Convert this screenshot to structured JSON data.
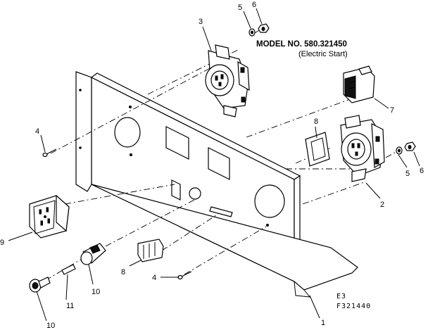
{
  "header": {
    "model": "MODEL NO. 580.321450",
    "subtitle": "(Electric Start)"
  },
  "code": {
    "line1": "E3",
    "line2": "F321440"
  },
  "callouts": [
    {
      "id": "c1",
      "label": "1"
    },
    {
      "id": "c2",
      "label": "2"
    },
    {
      "id": "c3",
      "label": "3"
    },
    {
      "id": "c4a",
      "label": "4"
    },
    {
      "id": "c4b",
      "label": "4"
    },
    {
      "id": "c5a",
      "label": "5"
    },
    {
      "id": "c5b",
      "label": "5"
    },
    {
      "id": "c6a",
      "label": "6"
    },
    {
      "id": "c6b",
      "label": "6"
    },
    {
      "id": "c7",
      "label": "7"
    },
    {
      "id": "c8a",
      "label": "8"
    },
    {
      "id": "c8b",
      "label": "8"
    },
    {
      "id": "c9",
      "label": "9"
    },
    {
      "id": "c10a",
      "label": "10"
    },
    {
      "id": "c10b",
      "label": "10"
    },
    {
      "id": "c11",
      "label": "11"
    }
  ]
}
